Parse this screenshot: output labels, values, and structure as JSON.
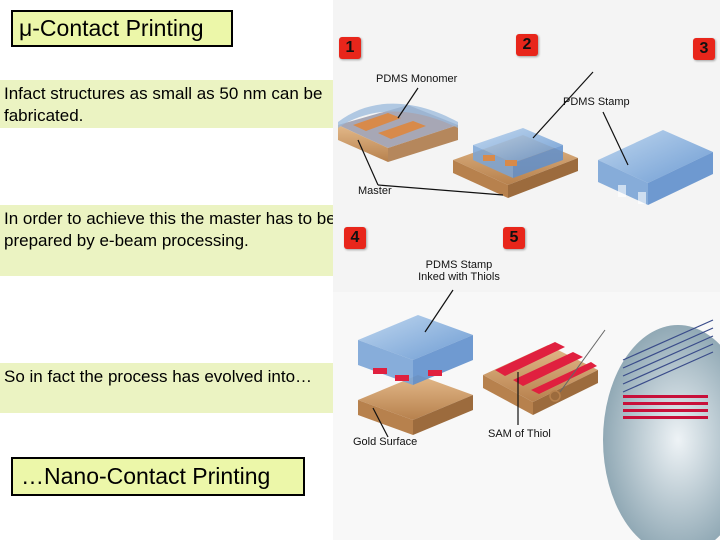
{
  "slide": {
    "title": "μ-Contact Printing",
    "note1": "Infact structures as small as 50 nm can be fabricated.",
    "note2": "In order to achieve this the master has to be prepared by e-beam processing.",
    "note3": "So in fact the process has evolved into…",
    "nano_title": "…Nano-Contact Printing"
  },
  "figure": {
    "steps": [
      "1",
      "2",
      "3",
      "4",
      "5"
    ],
    "labels": {
      "pdms_monomer": "PDMS Monomer",
      "pdms_stamp": "PDMS Stamp",
      "master": "Master",
      "inked_line1": "PDMS Stamp",
      "inked_line2": "Inked with Thiols",
      "gold_surface": "Gold Surface",
      "sam_of_thiol": "SAM of Thiol"
    },
    "colors": {
      "step_badge": "#e8261b",
      "pdms_blue": "#8fb6e0",
      "gold": "#d9a86c",
      "thiol_red": "#e0203f"
    }
  }
}
